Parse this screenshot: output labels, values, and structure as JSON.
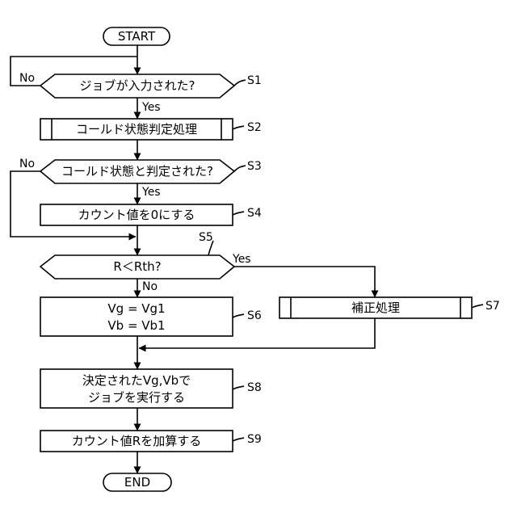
{
  "flowchart": {
    "start": "START",
    "end": "END",
    "s1": {
      "text": "ジョブが入力された?",
      "step": "S1",
      "yes": "Yes",
      "no": "No"
    },
    "s2": {
      "text": "コールド状態判定処理",
      "step": "S2"
    },
    "s3": {
      "text": "コールド状態と判定された?",
      "step": "S3",
      "yes": "Yes",
      "no": "No"
    },
    "s4": {
      "text": "カウント値を0にする",
      "step": "S4"
    },
    "s5": {
      "text": "R＜Rth?",
      "step": "S5",
      "yes": "Yes",
      "no": "No"
    },
    "s6": {
      "line1": "Vg = Vg1",
      "line2": "Vb = Vb1",
      "step": "S6"
    },
    "s7": {
      "text": "補正処理",
      "step": "S7"
    },
    "s8": {
      "line1": "決定されたVg,Vbで",
      "line2": "ジョブを実行する",
      "step": "S8"
    },
    "s9": {
      "text": "カウント値Rを加算する",
      "step": "S9"
    }
  }
}
